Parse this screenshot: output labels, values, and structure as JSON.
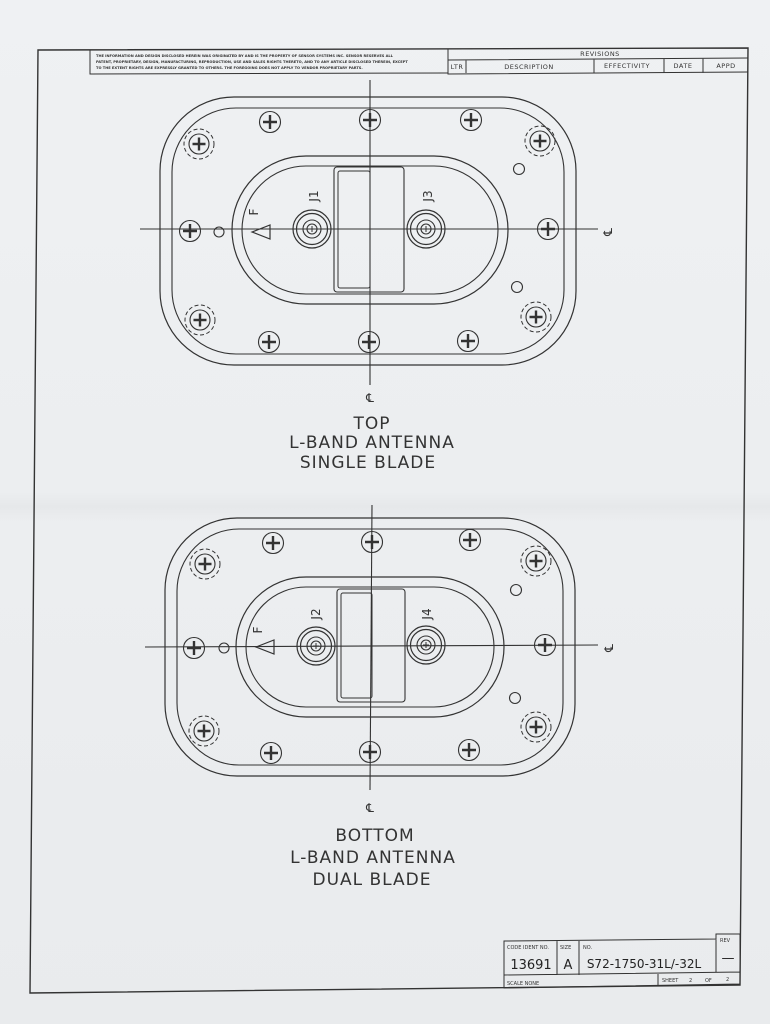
{
  "proprietary_notice": [
    "THE INFORMATION AND DESIGN DISCLOSED HEREIN WAS ORIGINATED BY AND IS THE PROPERTY OF SENSOR SYSTEMS INC. SENSOR RESERVES ALL",
    "PATENT, PROPRIETARY, DESIGN, MANUFACTURING, REPRODUCTION, USE AND SALES RIGHTS THERETO, AND TO ANY ARTICLE DISCLOSED THEREIN, EXCEPT",
    "TO THE EXTENT RIGHTS ARE EXPRESSLY GRANTED TO OTHERS. THE FOREGOING DOES NOT APPLY TO VENDOR PROPRIETARY PARTS."
  ],
  "revisions": {
    "title": "REVISIONS",
    "columns": [
      "LTR",
      "DESCRIPTION",
      "EFFECTIVITY",
      "DATE",
      "APPD"
    ]
  },
  "views": [
    {
      "connectors": [
        "J1",
        "J3"
      ],
      "forward_marker": "F",
      "centerline_symbol": "℄",
      "title_lines": [
        "TOP",
        "L-BAND ANTENNA",
        "SINGLE BLADE"
      ]
    },
    {
      "connectors": [
        "J2",
        "J4"
      ],
      "forward_marker": "F",
      "centerline_symbol": "℄",
      "title_lines": [
        "BOTTOM",
        "L-BAND ANTENNA",
        "DUAL BLADE"
      ]
    }
  ],
  "title_block": {
    "code_ident_label": "CODE IDENT NO.",
    "code_ident": "13691",
    "size_label": "SIZE",
    "size": "A",
    "number_label": "NO.",
    "number": "S72-1750-31L/-32L",
    "rev_label": "REV",
    "rev": "—",
    "scale": "SCALE NONE",
    "sheet_label": "SHEET",
    "sheet": "2",
    "of_label": "OF",
    "sheet_total": "2"
  }
}
